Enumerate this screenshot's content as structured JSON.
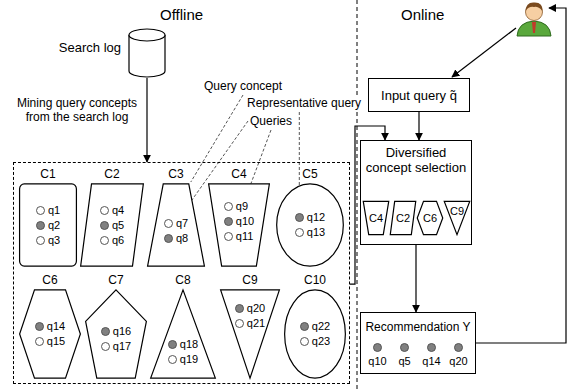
{
  "diagram": {
    "nodes": [
      {
        "text": [
          "Search log"
        ]
      },
      {
        "text": []
      },
      {
        "text": [
          "C1",
          "q1",
          "q2",
          "q3"
        ],
        "in": 1
      },
      {
        "text": [
          "C2",
          "q4",
          "q5",
          "q6"
        ],
        "in": 1
      },
      {
        "text": [
          "C3",
          "q7",
          "q8"
        ],
        "in": 1
      },
      {
        "text": [
          "C4",
          "q9",
          "q10",
          "q11"
        ],
        "in": 1
      },
      {
        "text": [
          "C5",
          "q12",
          "q13"
        ],
        "in": 1
      },
      {
        "text": [
          "C6",
          "q14",
          "q15"
        ],
        "in": 1
      },
      {
        "text": [
          "C7",
          "q16",
          "q17"
        ],
        "in": 1
      },
      {
        "text": [
          "C8",
          "q18",
          "q19"
        ],
        "in": 1
      },
      {
        "text": [
          "C9",
          "q20",
          "q21"
        ],
        "in": 1
      },
      {
        "text": [
          "C10",
          "q22",
          "q23"
        ],
        "in": 1
      },
      {
        "text": [
          "Input query q̃"
        ]
      },
      {
        "text": [
          "Diversified concept selection"
        ]
      },
      {
        "text": [
          "C4"
        ],
        "in": 13
      },
      {
        "text": [
          "C2"
        ],
        "in": 13
      },
      {
        "text": [
          "C6"
        ],
        "in": 13
      },
      {
        "text": [
          "C9"
        ],
        "in": 13
      },
      {
        "text": [
          "Recommendation Y",
          "q10",
          "q5",
          "q14",
          "q20"
        ]
      }
    ],
    "edges": [
      {
        "from": 0,
        "to": 1,
        "arrow": "to"
      },
      {
        "from": 1,
        "to": 13,
        "arrow": "to"
      },
      {
        "from": 12,
        "to": 13,
        "arrow": "to"
      },
      {
        "from": 13,
        "to": 18,
        "arrow": "to"
      }
    ],
    "labels": [
      "Offline",
      "Online",
      "Mining query concepts from the search log",
      "Query concept",
      "Representative query",
      "Queries"
    ]
  }
}
